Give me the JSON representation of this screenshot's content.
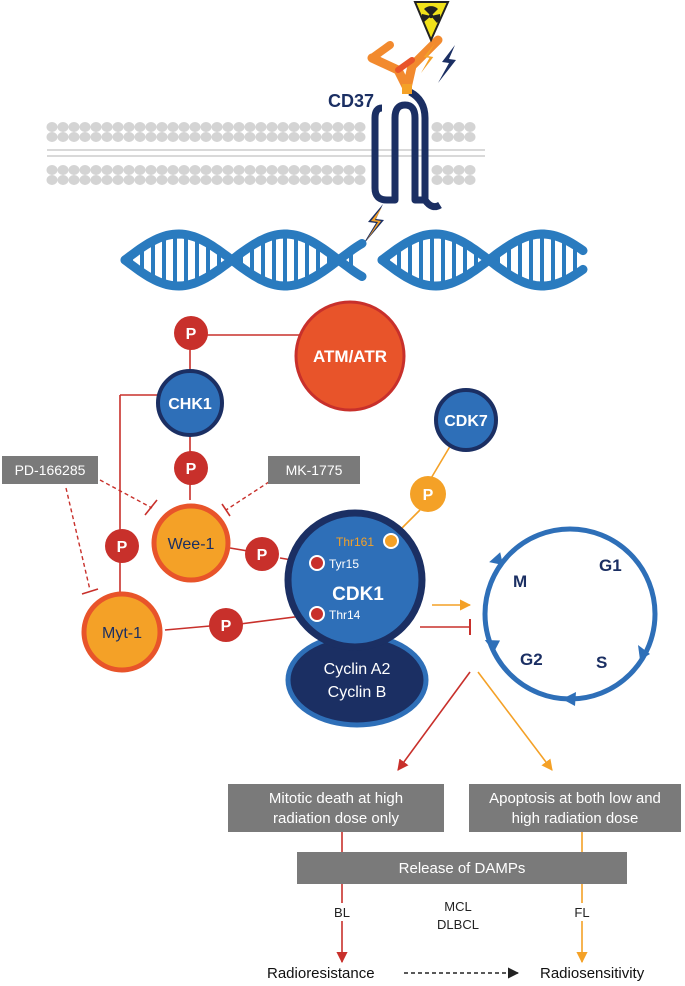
{
  "receptor_label": "CD37",
  "nodes": {
    "atm_atr": "ATM/ATR",
    "chk1": "CHK1",
    "cdk7": "CDK7",
    "wee1": "Wee-1",
    "myt1": "Myt-1",
    "cdk1": "CDK1",
    "cyclin_a2": "Cyclin A2",
    "cyclin_b": "Cyclin B"
  },
  "phospho_label": "P",
  "sites": {
    "thr161": "Thr161",
    "tyr15": "Tyr15",
    "thr14": "Thr14"
  },
  "inhibitors": {
    "pd166285": "PD-166285",
    "mk1775": "MK-1775"
  },
  "cell_cycle": {
    "m": "M",
    "g1": "G1",
    "g2": "G2",
    "s": "S"
  },
  "outcomes": {
    "mitotic_line1": "Mitotic death at high",
    "mitotic_line2": "radiation dose only",
    "apoptosis_line1": "Apoptosis at both low and",
    "apoptosis_line2": "high radiation dose",
    "damps": "Release of DAMPs"
  },
  "lymphomas": {
    "bl": "BL",
    "mcl": "MCL",
    "dlbcl": "DLBCL",
    "fl": "FL"
  },
  "endpoints": {
    "radioresistance": "Radioresistance",
    "radiosensitivity": "Radiosensitivity"
  },
  "colors": {
    "dark_navy": "#1b2f63",
    "blue": "#2e6fb8",
    "red": "#c8302b",
    "orange_red": "#e8542a",
    "orange": "#f4a127",
    "gray_box": "#7a7a7a",
    "dna_blue": "#2a7bbf"
  }
}
